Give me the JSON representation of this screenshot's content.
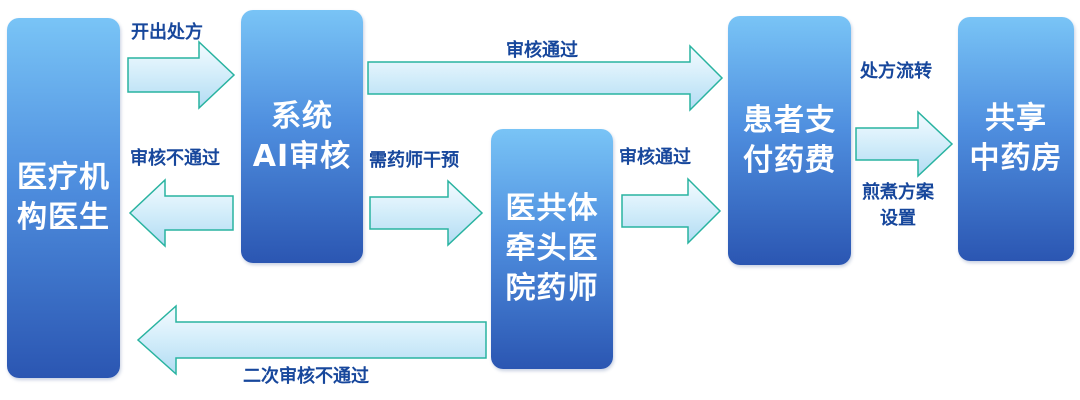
{
  "boxes": {
    "doctor": "医疗机\n构医生",
    "ai_review": "系统\nAI审核",
    "pharmacist": "医共体\n牵头医\n院药师",
    "patient_pay": "患者支\n付药费",
    "pharmacy": "共享\n中药房"
  },
  "labels": {
    "prescribe": "开出处方",
    "review_pass_top": "审核通过",
    "review_fail": "审核不通过",
    "pharmacist_intervene": "需药师干预",
    "review_pass_mid": "审核通过",
    "prescription_flow": "处方流转",
    "decoction_setup": "煎煮方案\n设置",
    "second_review_fail": "二次审核不通过"
  },
  "colors": {
    "box_top": "#79c4f6",
    "box_bottom": "#2b56b2",
    "arrow_fill_light": "#e9f6fd",
    "arrow_fill_mid": "#bfe3f7",
    "arrow_stroke": "#29b3a0",
    "label_text": "#17479c"
  }
}
